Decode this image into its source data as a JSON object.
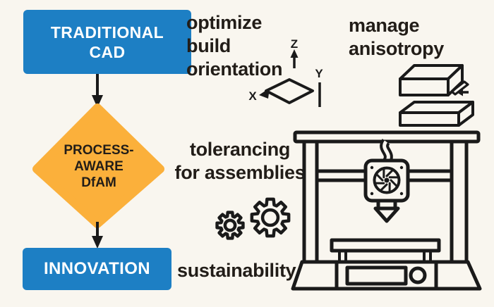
{
  "colors": {
    "background": "#f9f6ef",
    "accent_blue": "#1d7fc4",
    "accent_orange": "#fbb03b",
    "ink": "#221d18",
    "line_stroke": "#1a1a1a"
  },
  "flow": {
    "traditional_cad": {
      "label": "TRADITIONAL CAD"
    },
    "dfam": {
      "lines": [
        "PROCESS-",
        "AWARE",
        "DfAM"
      ]
    },
    "innovation": {
      "label": "INNOVATION"
    }
  },
  "annotations": {
    "optimize": {
      "lines": [
        "optimize",
        "build",
        "orientation"
      ]
    },
    "manage": {
      "lines": [
        "manage",
        "anisotropy"
      ]
    },
    "tolerancing": {
      "lines": [
        "tolerancing",
        "for assemblies"
      ]
    },
    "sustainability": {
      "label": "sustainability"
    }
  },
  "axis": {
    "x": "X",
    "y": "Y",
    "z": "Z"
  },
  "icons": {
    "axis_triad": "axis-triad-icon",
    "layered_slabs": "layered-slabs-icon",
    "gears": "gears-icon",
    "printer": "3d-printer-icon",
    "flow_arrows": "down-arrow-icon"
  }
}
